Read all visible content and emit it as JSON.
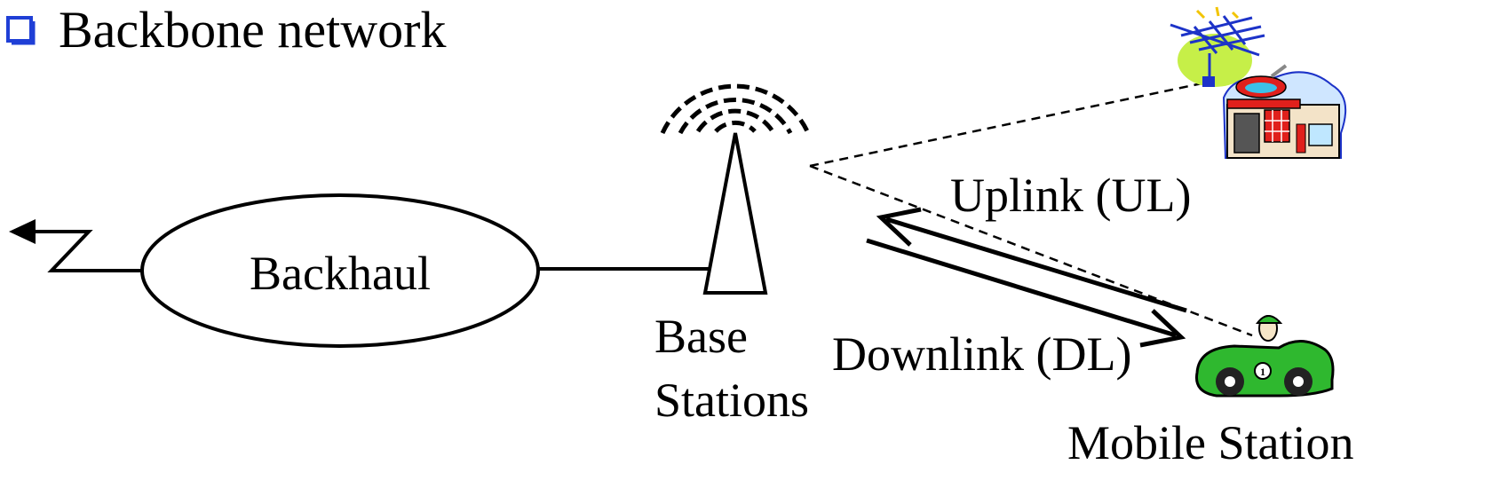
{
  "heading": {
    "bullet_icon": "hollow-square-bullet-icon",
    "text": "Backbone network",
    "bullet_color": "#1f3fd6"
  },
  "labels": {
    "backhaul": "Backhaul",
    "base_line1": "Base",
    "base_line2": "Stations",
    "uplink": "Uplink (UL)",
    "downlink": "Downlink (DL)",
    "mobile_station": "Mobile Station"
  },
  "icons": {
    "tower": "antenna-tower-icon",
    "signal": "signal-waves-icon",
    "car": "race-car-icon",
    "building": "repair-shop-building-icon",
    "satellite_dish": "rooftop-antenna-icon",
    "backbone_link": "lightning-arrow-icon"
  },
  "colors": {
    "car_green": "#2fb82f",
    "dish_green": "#c6ef48",
    "antenna_blue": "#1d33c8",
    "shop_red": "#e0201c"
  }
}
